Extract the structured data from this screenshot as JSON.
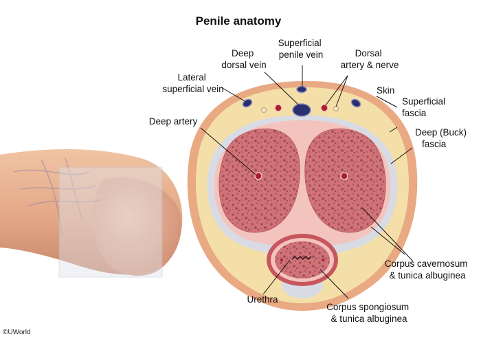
{
  "title": "Penile anatomy",
  "labels": {
    "deep_dorsal_vein": [
      "Deep",
      "dorsal vein"
    ],
    "superficial_penile_vein": [
      "Superficial",
      "penile vein"
    ],
    "dorsal_artery_nerve": [
      "Dorsal",
      "artery & nerve"
    ],
    "lateral_superficial_vein": [
      "Lateral",
      "superficial vein"
    ],
    "skin": [
      "Skin"
    ],
    "superficial_fascia": [
      "Superficial",
      "fascia"
    ],
    "deep_buck_fascia": [
      "Deep (Buck)",
      "fascia"
    ],
    "deep_artery": [
      "Deep artery"
    ],
    "corpus_cavernosum": [
      "Corpus cavernosum",
      "& tunica albuginea"
    ],
    "urethra": [
      "Urethra"
    ],
    "corpus_spongiosum": [
      "Corpus spongiosum",
      "& tunica albuginea"
    ]
  },
  "copyright": "©UWorld",
  "colors": {
    "skin": "#e8a983",
    "superficial_fascia": "#f5dfa8",
    "deep_fascia": "#d9dbe4",
    "tunica": "#f3c3bd",
    "cavernosum": "#cf7378",
    "spongiosum": "#d98386",
    "vein": "#2c2f6e",
    "artery": "#a8202a"
  }
}
